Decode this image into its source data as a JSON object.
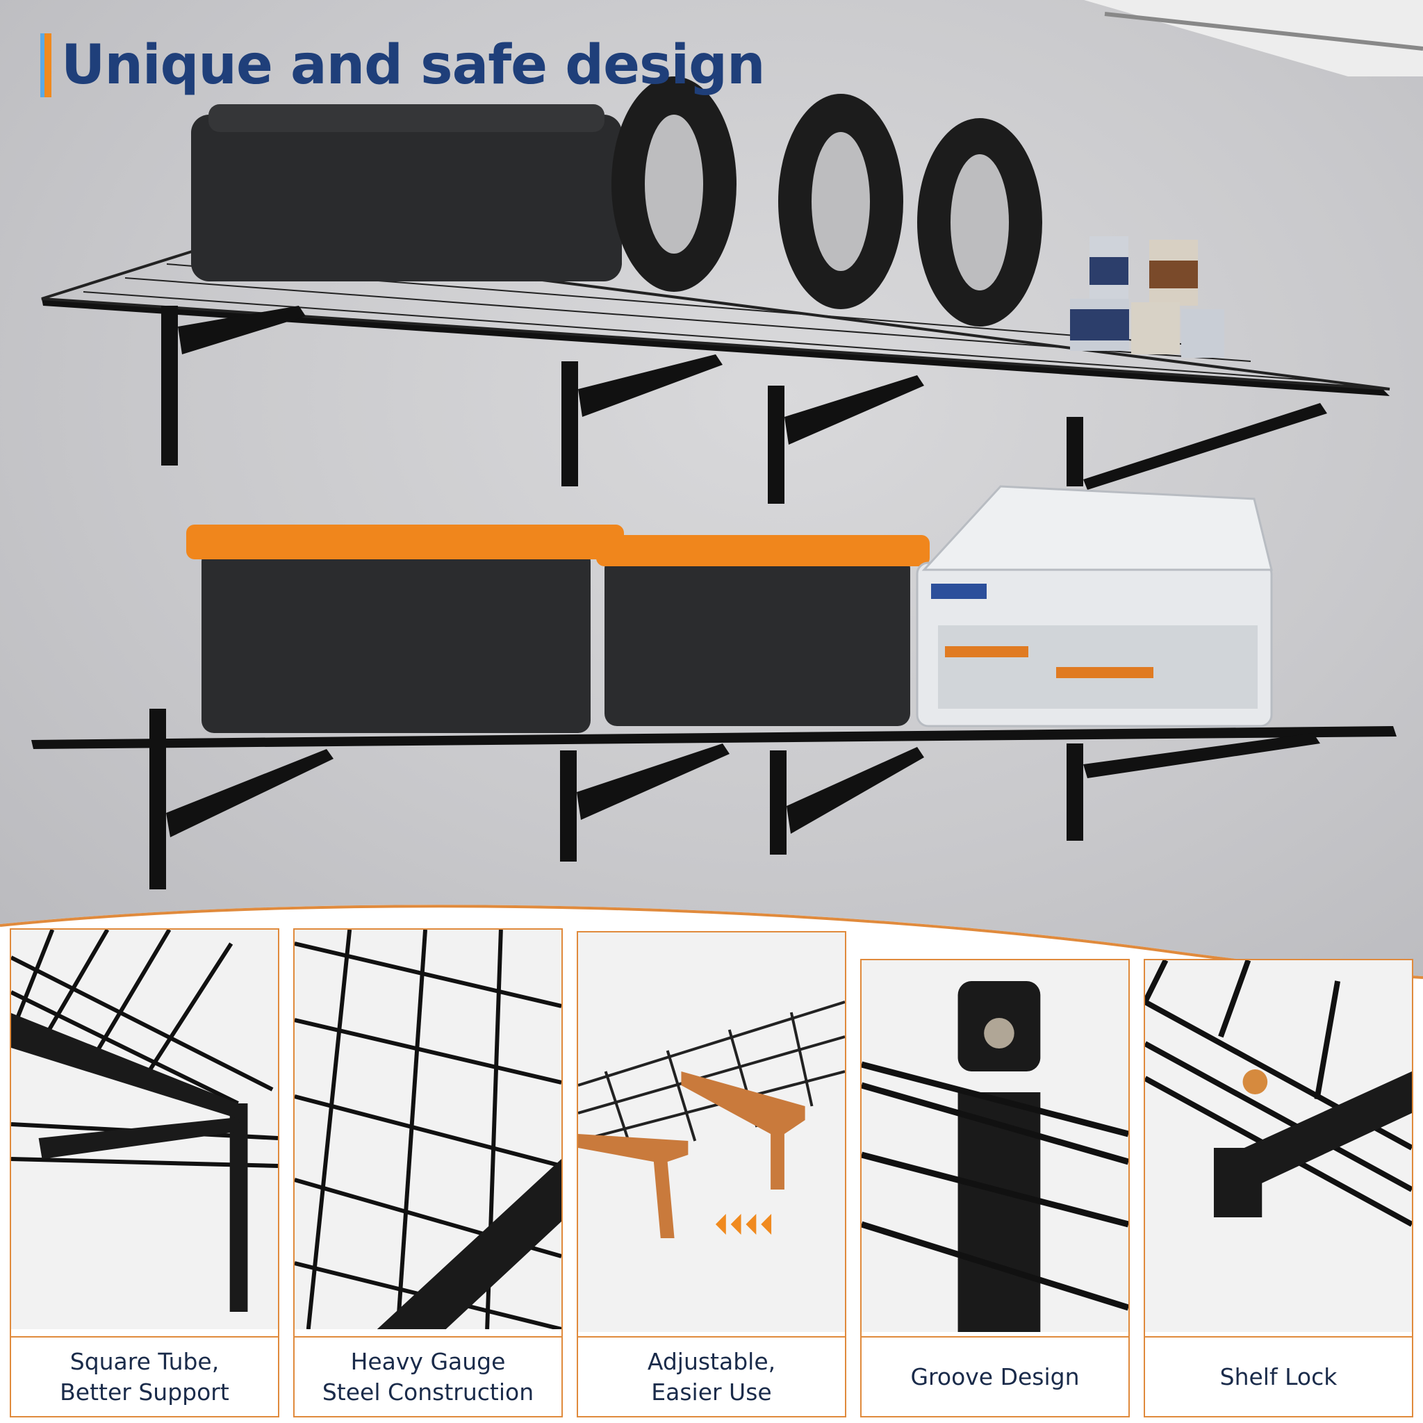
{
  "title": "Unique and safe design",
  "colors": {
    "title": "#1f3f7a",
    "accent_orange": "#f08a1f",
    "accent_blue": "#5aa9e6",
    "border": "#e08a3c"
  },
  "features": [
    {
      "caption_line1": "Square Tube,",
      "caption_line2": "Better Support"
    },
    {
      "caption_line1": "Heavy Gauge",
      "caption_line2": "Steel Construction"
    },
    {
      "caption_line1": "Adjustable,",
      "caption_line2": "Easier Use"
    },
    {
      "caption_line1": "Groove Design",
      "caption_line2": ""
    },
    {
      "caption_line1": "Shelf Lock",
      "caption_line2": ""
    }
  ]
}
